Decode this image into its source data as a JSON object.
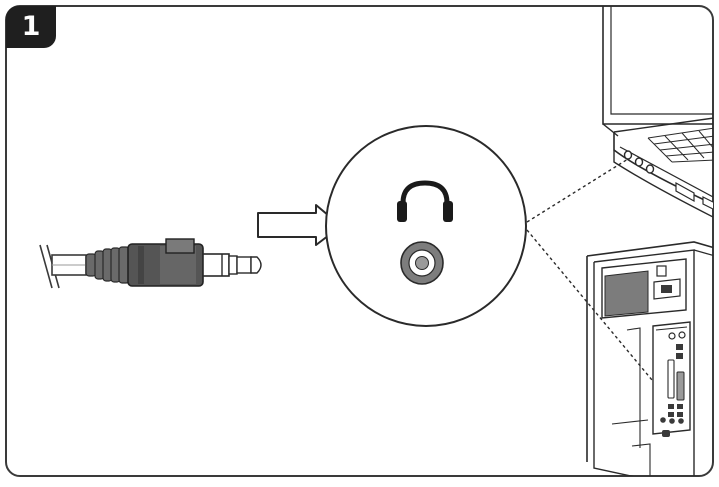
{
  "step": {
    "number": "1"
  },
  "colors": {
    "frame": "#3a3a3a",
    "badge": "#1f1f1f",
    "badge_text": "#ffffff",
    "plug_body": "#555555",
    "jack_ring": "#8a8a8a",
    "panel_shade": "#7c7c7c"
  },
  "icons": {
    "headphones": "headphones-icon",
    "audio_port": "audio-jack-port-icon",
    "arrow": "right-arrow-icon",
    "plug": "3-5mm-audio-plug",
    "laptop": "laptop-illustration",
    "desktop": "desktop-tower-rear-illustration"
  }
}
